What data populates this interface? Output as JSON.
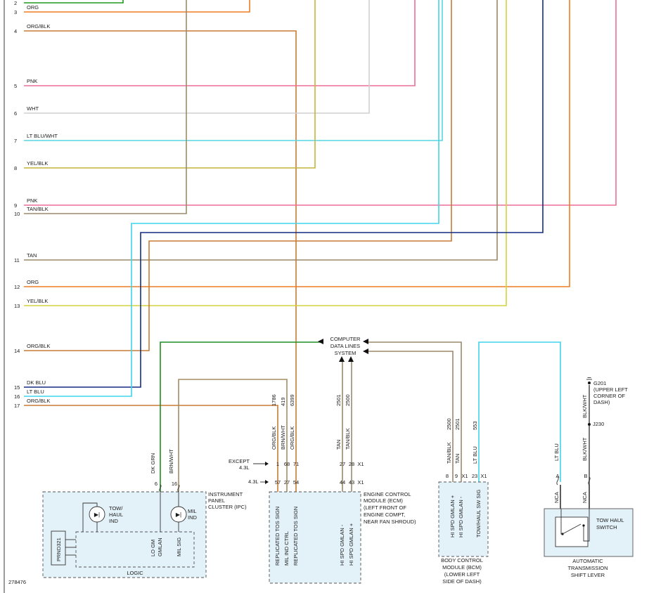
{
  "diagram_id": "278476",
  "colors": {
    "GRN": "#1e9a1e",
    "ORG": "#ee7d22",
    "ORG/BLK": "#c97b35",
    "PNK": "#ec6f96",
    "WHT": "#d0d0d0",
    "LT BLU/WHT": "#56d6e2",
    "YEL/BLK": "#c4b43a",
    "TAN/BLK": "#9a8b6a",
    "TAN": "#9a8868",
    "YEL": "#d4d23e",
    "DK BLU": "#142c82",
    "LT BLU": "#3fd4ec",
    "DK GRN": "#1e8f24",
    "BRN/WHT": "#a48e60",
    "BLK/WHT": "#555555"
  },
  "left_wires": [
    {
      "num": "2",
      "label": ""
    },
    {
      "num": "3",
      "label": "ORG"
    },
    {
      "num": "4",
      "label": "ORG/BLK"
    },
    {
      "num": "5",
      "label": "PNK"
    },
    {
      "num": "6",
      "label": "WHT"
    },
    {
      "num": "7",
      "label": "LT BLU/WHT"
    },
    {
      "num": "8",
      "label": "YEL/BLK"
    },
    {
      "num": "9",
      "label": "PNK"
    },
    {
      "num": "10",
      "label": "TAN/BLK"
    },
    {
      "num": "11",
      "label": "TAN"
    },
    {
      "num": "12",
      "label": "ORG"
    },
    {
      "num": "13",
      "label": "YEL/BLK"
    },
    {
      "num": "14",
      "label": "ORG/BLK"
    },
    {
      "num": "15",
      "label": "DK BLU"
    },
    {
      "num": "16",
      "label": "LT BLU"
    },
    {
      "num": "17",
      "label": "ORG/BLK"
    }
  ],
  "data_lines": [
    "COMPUTER",
    "DATA LINES",
    "SYSTEM"
  ],
  "ipc": {
    "title": [
      "INSTRUMENT",
      "PANEL",
      "CLUSTER (IPC)"
    ],
    "logic": "LOGIC",
    "tow_ind": [
      "TOW/",
      "HAUL",
      "IND"
    ],
    "mil_ind": [
      "MIL",
      "IND"
    ],
    "prnd": "PRND321",
    "lo_gmlan": [
      "LO GM",
      "GMLAN"
    ],
    "mil_sig": "MIL SIG",
    "pins": [
      "6",
      "16"
    ],
    "wire_colors": [
      "DK GRN",
      "BRN/WHT"
    ]
  },
  "ecm": {
    "title": [
      "ENGINE CONTROL",
      "MODULE (ECM)",
      "(LEFT FRONT OF",
      "ENGINE COMPT,",
      "NEAR FAN SHROUD)"
    ],
    "except_label": [
      "EXCEPT",
      "4.3L"
    ],
    "l43_label": "4.3L",
    "circuits": [
      "1786",
      "419",
      "6399",
      "2501",
      "2500"
    ],
    "wire_colors": [
      "ORG/BLK",
      "BRN/WHT",
      "ORG/BLK",
      "TAN",
      "TAN/BLK"
    ],
    "except_pins": [
      "1",
      "68",
      "71",
      "27",
      "28",
      "X1"
    ],
    "l43_pins": [
      "57",
      "27",
      "54",
      "44",
      "43",
      "X1"
    ],
    "funcs": [
      "REPLICATED TOS SIGN",
      "MIL IND CTRL",
      "REPLICATED TOS SIGN",
      "HI SPD GMLAN -",
      "HI SPD GMLAN +"
    ]
  },
  "bcm": {
    "title": [
      "BODY CONTROL",
      "MODULE (BCM)",
      "(LOWER LEFT",
      "SIDE OF DASH)"
    ],
    "circuits": [
      "2500",
      "2501",
      "553"
    ],
    "wire_colors": [
      "TAN/BLK",
      "TAN",
      "LT BLU"
    ],
    "pins": [
      "8",
      "9",
      "X1",
      "23",
      "X1"
    ],
    "funcs": [
      "HI SPD GMLAN +",
      "HI SPD GMLAN -",
      "TOW/HAUL SW SIG"
    ]
  },
  "switch": {
    "title": [
      "TOW HAUL",
      "SWITCH"
    ],
    "caption": [
      "AUTOMATIC",
      "TRANSMISSION",
      "SHIFT LEVER"
    ],
    "wire_colors": [
      "LT BLU",
      "BLK/WHT",
      "BLK/WHT"
    ],
    "pins": [
      "A",
      "B"
    ],
    "nca": [
      "NCA",
      "NCA"
    ],
    "g201": [
      "G201",
      "(UPPER LEFT",
      "CORNER OF",
      "DASH)"
    ],
    "j230": "J230"
  }
}
